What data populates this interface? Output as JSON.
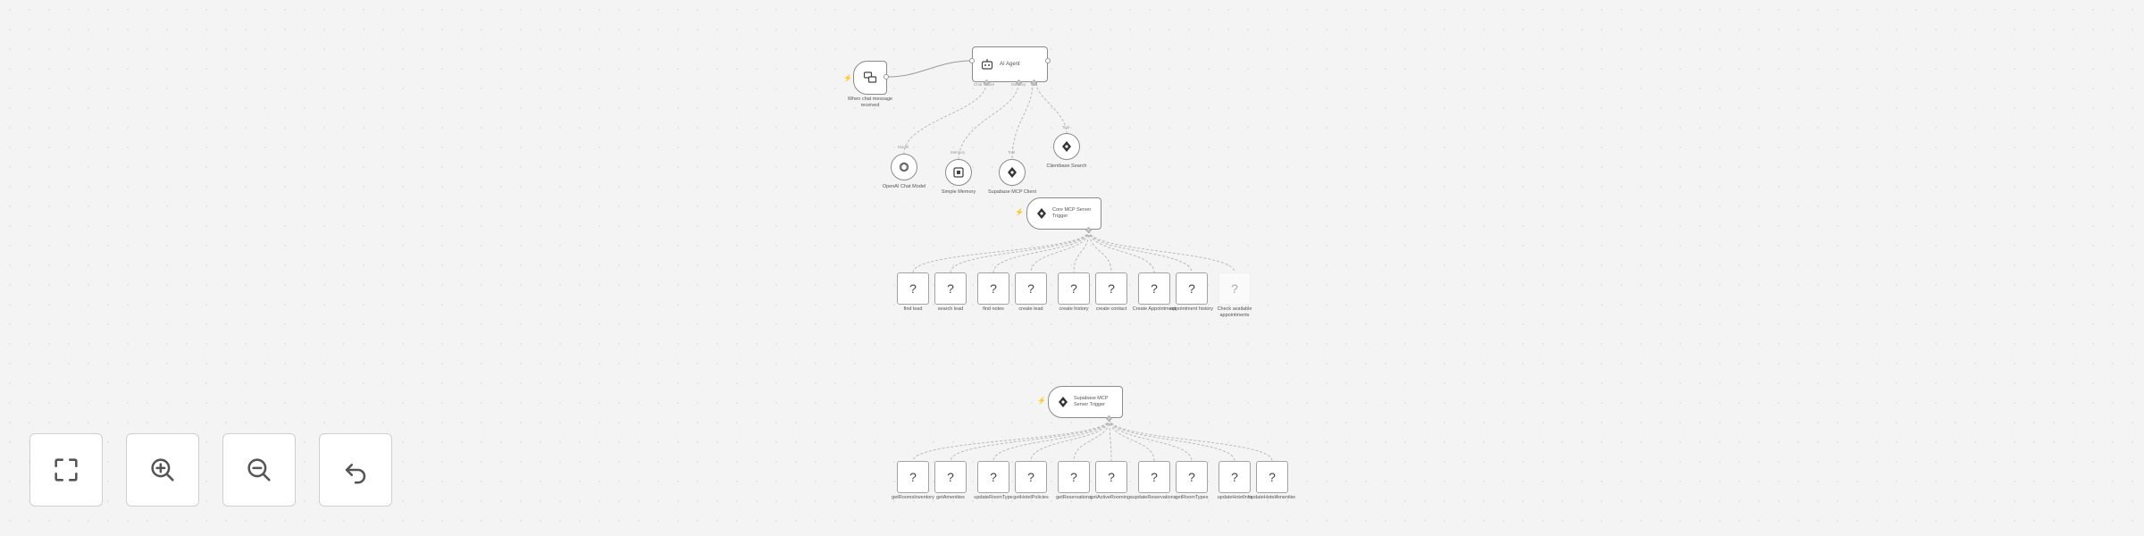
{
  "workflow": {
    "chat_trigger": {
      "label": "When chat message received"
    },
    "ai_agent": {
      "title": "AI Agent",
      "ports": [
        "Chat Model",
        "Memory",
        "Tool"
      ]
    },
    "sub_nodes": [
      {
        "label": "OpenAI Chat Model",
        "port": "Model"
      },
      {
        "label": "Simple Memory",
        "port": "Memory"
      },
      {
        "label": "Supabase MCP Client",
        "port": "Tool"
      },
      {
        "label": "Clientbase Search",
        "port": "Tool"
      }
    ],
    "mcp_triggers": [
      {
        "title": "Core MCP Server Trigger",
        "tools": [
          "find lead",
          "search lead",
          "find notes",
          "create lead",
          "create history",
          "create contact",
          "Create Appointment",
          "appointment history",
          "Check available appointments"
        ]
      },
      {
        "title": "Supabase MCP Server Trigger",
        "tools": [
          "getRoomsInventory",
          "getAmenities",
          "updateRoomType",
          "getHotelPolicies",
          "getReservations",
          "getActiveRoomings",
          "updateReservations",
          "getRoomTypes",
          "updateHotelInfo",
          "updateHotelAmenities"
        ]
      }
    ],
    "unknown_node_glyph": "?",
    "trigger_marker": "⚡"
  },
  "controls": [
    {
      "name": "fit-view",
      "icon": "fit-view-icon"
    },
    {
      "name": "zoom-in",
      "icon": "zoom-in-icon"
    },
    {
      "name": "zoom-out",
      "icon": "zoom-out-icon"
    },
    {
      "name": "undo",
      "icon": "undo-icon"
    }
  ]
}
